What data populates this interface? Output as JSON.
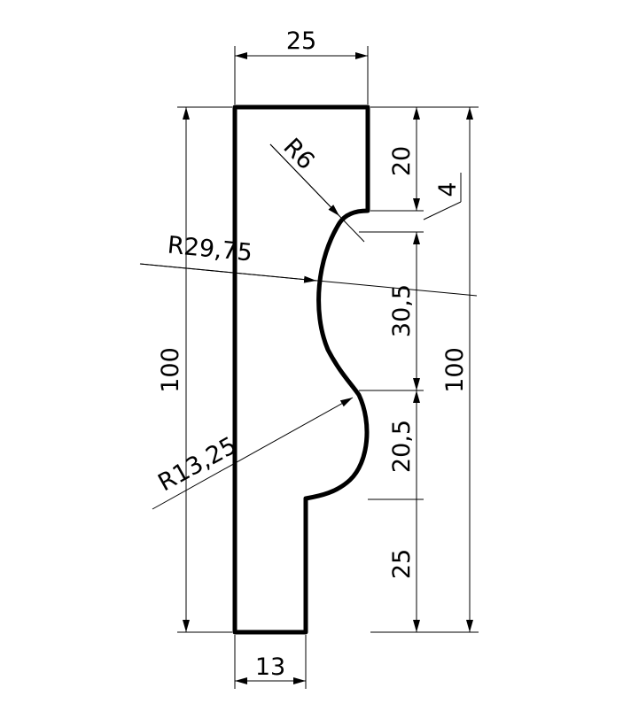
{
  "dimensions": {
    "top_width": "25",
    "bottom_width": "13",
    "left_height": "100",
    "right_height": "100",
    "seg_top": "20",
    "step": "4",
    "seg_middle": "30,5",
    "seg_lower": "20,5",
    "seg_bottom": "25",
    "radius_small": "R6",
    "radius_large": "R29,75",
    "radius_medium": "R13,25"
  },
  "colors": {
    "line": "#000000",
    "background": "#ffffff"
  }
}
